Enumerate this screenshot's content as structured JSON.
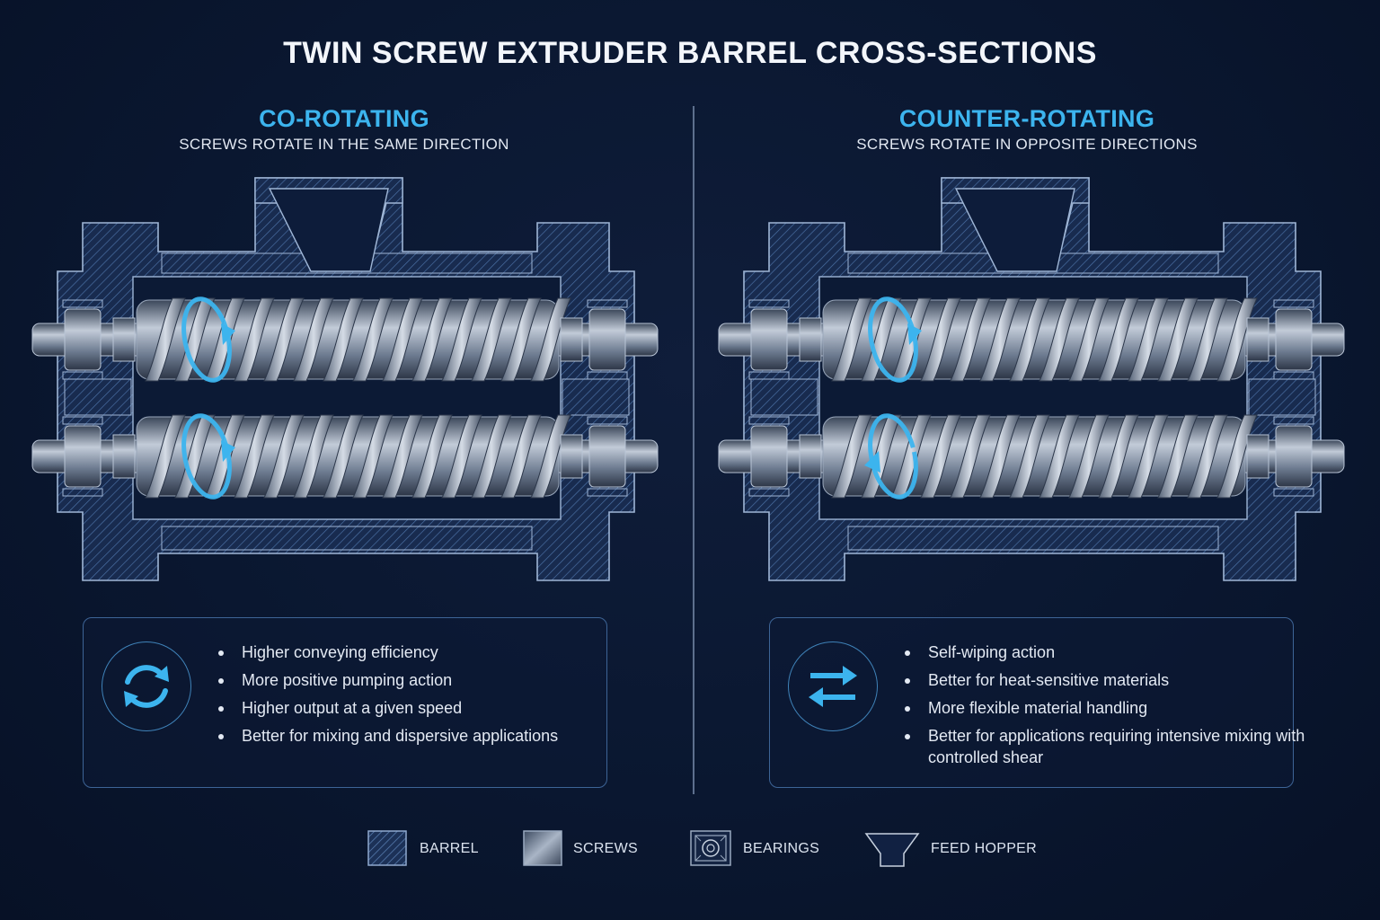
{
  "title": "TWIN SCREW EXTRUDER BARREL CROSS-SECTIONS",
  "colors": {
    "accent": "#3cb4ee",
    "background": "#0a1730",
    "barrel_line": "#4c74a8",
    "screw_metal": "#8b97a8"
  },
  "panels": [
    {
      "heading": "CO-ROTATING",
      "subheading": "SCREWS ROTATE IN THE SAME DIRECTION",
      "rotation": [
        "clockwise",
        "clockwise"
      ],
      "icon": "circular-arrows-icon",
      "bullets": [
        "Higher conveying efficiency",
        "More positive pumping action",
        "Higher output at a given speed",
        "Better for mixing and dispersive applications"
      ]
    },
    {
      "heading": "COUNTER-ROTATING",
      "subheading": "SCREWS ROTATE IN OPPOSITE DIRECTIONS",
      "rotation": [
        "clockwise",
        "counter-clockwise"
      ],
      "icon": "opposite-arrows-icon",
      "bullets": [
        "Self-wiping action",
        "Better for heat-sensitive materials",
        "More flexible material handling",
        "Better for applications requiring intensive mixing with controlled shear"
      ]
    }
  ],
  "legend": [
    {
      "label": "BARREL",
      "icon": "hatched-square-icon"
    },
    {
      "label": "SCREWS",
      "icon": "metal-square-icon"
    },
    {
      "label": "BEARINGS",
      "icon": "bearing-icon"
    },
    {
      "label": "FEED HOPPER",
      "icon": "hopper-icon"
    }
  ]
}
